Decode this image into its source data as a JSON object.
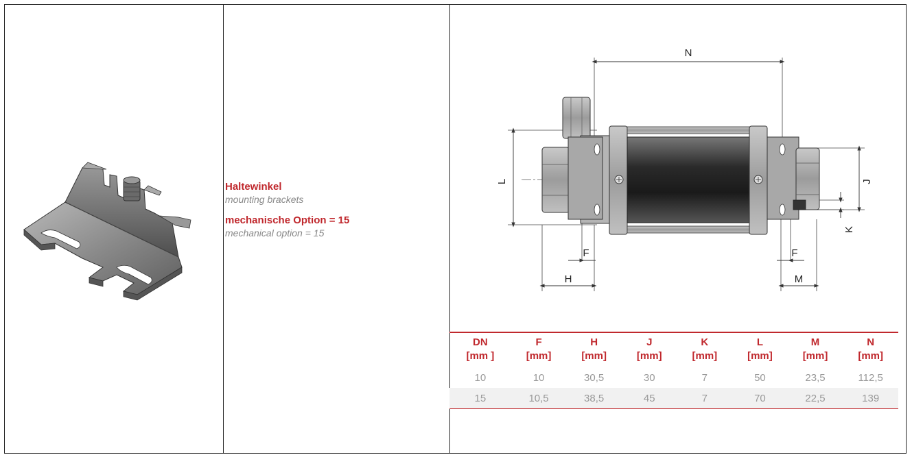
{
  "product": {
    "title_de": "Haltewinkel",
    "title_en": "mounting brackets",
    "option_de": "mechanische Option = 15",
    "option_en": "mechanical option = 15"
  },
  "drawing_labels": {
    "N": "N",
    "L": "L",
    "J": "J",
    "K": "K",
    "F_left": "F",
    "F_right": "F",
    "H": "H",
    "M": "M"
  },
  "dimension_table": {
    "headers": [
      {
        "name": "DN",
        "unit": "[mm ]"
      },
      {
        "name": "F",
        "unit": "[mm]"
      },
      {
        "name": "H",
        "unit": "[mm]"
      },
      {
        "name": "J",
        "unit": "[mm]"
      },
      {
        "name": "K",
        "unit": "[mm]"
      },
      {
        "name": "L",
        "unit": "[mm]"
      },
      {
        "name": "M",
        "unit": "[mm]"
      },
      {
        "name": "N",
        "unit": "[mm]"
      }
    ],
    "rows": [
      [
        "10",
        "10",
        "30,5",
        "30",
        "7",
        "50",
        "23,5",
        "112,5"
      ],
      [
        "15",
        "10,5",
        "38,5",
        "45",
        "7",
        "70",
        "22,5",
        "139"
      ]
    ]
  },
  "colors": {
    "accent_red": "#c0282d",
    "text_grey": "#999999",
    "border": "#222222",
    "row_shade": "#f1f1f1"
  }
}
